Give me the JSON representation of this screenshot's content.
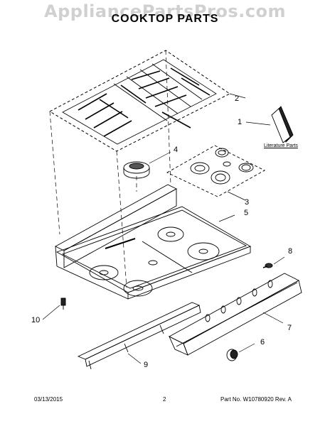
{
  "watermark": "AppliancePartsPros.com",
  "title": "COOKTOP PARTS",
  "callouts": {
    "c1": "1",
    "c2": "2",
    "c3": "3",
    "c4": "4",
    "c5": "5",
    "c6": "6",
    "c7": "7",
    "c8": "8",
    "c9": "9",
    "c10": "10"
  },
  "literature_label": "Literature Parts",
  "footer": {
    "date": "03/13/2015",
    "page": "2",
    "part_number": "Part No.  W10780920  Rev. A"
  }
}
